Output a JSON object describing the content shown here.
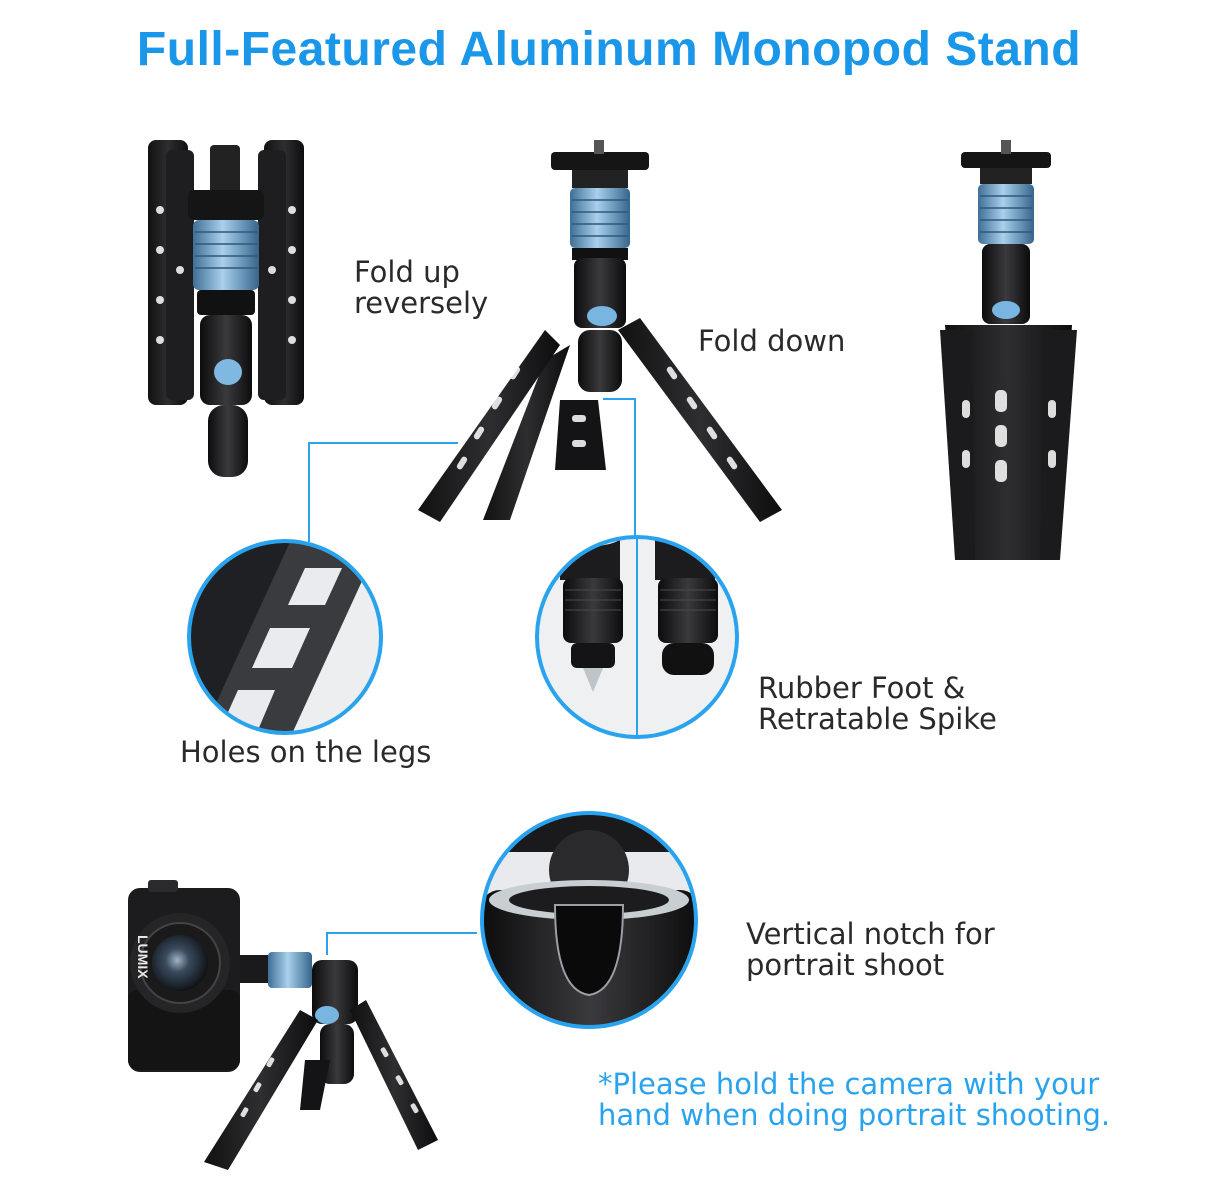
{
  "title": "Full-Featured Aluminum Monopod Stand",
  "labels": {
    "fold_up": "Fold up\nreversely",
    "fold_down": "Fold down",
    "holes": "Holes on the legs",
    "foot": "Rubber Foot &\nRetratable Spike",
    "notch": "Vertical notch for\nportrait shoot",
    "note": "*Please hold the camera with your\nhand when doing portrait shooting."
  },
  "camera_brand": "LUMIX",
  "colors": {
    "accent": "#1a97e8",
    "leader_line": "#2aa3ee",
    "metal_blue": "#6fa8d0",
    "body_black": "#1b1b1d"
  }
}
